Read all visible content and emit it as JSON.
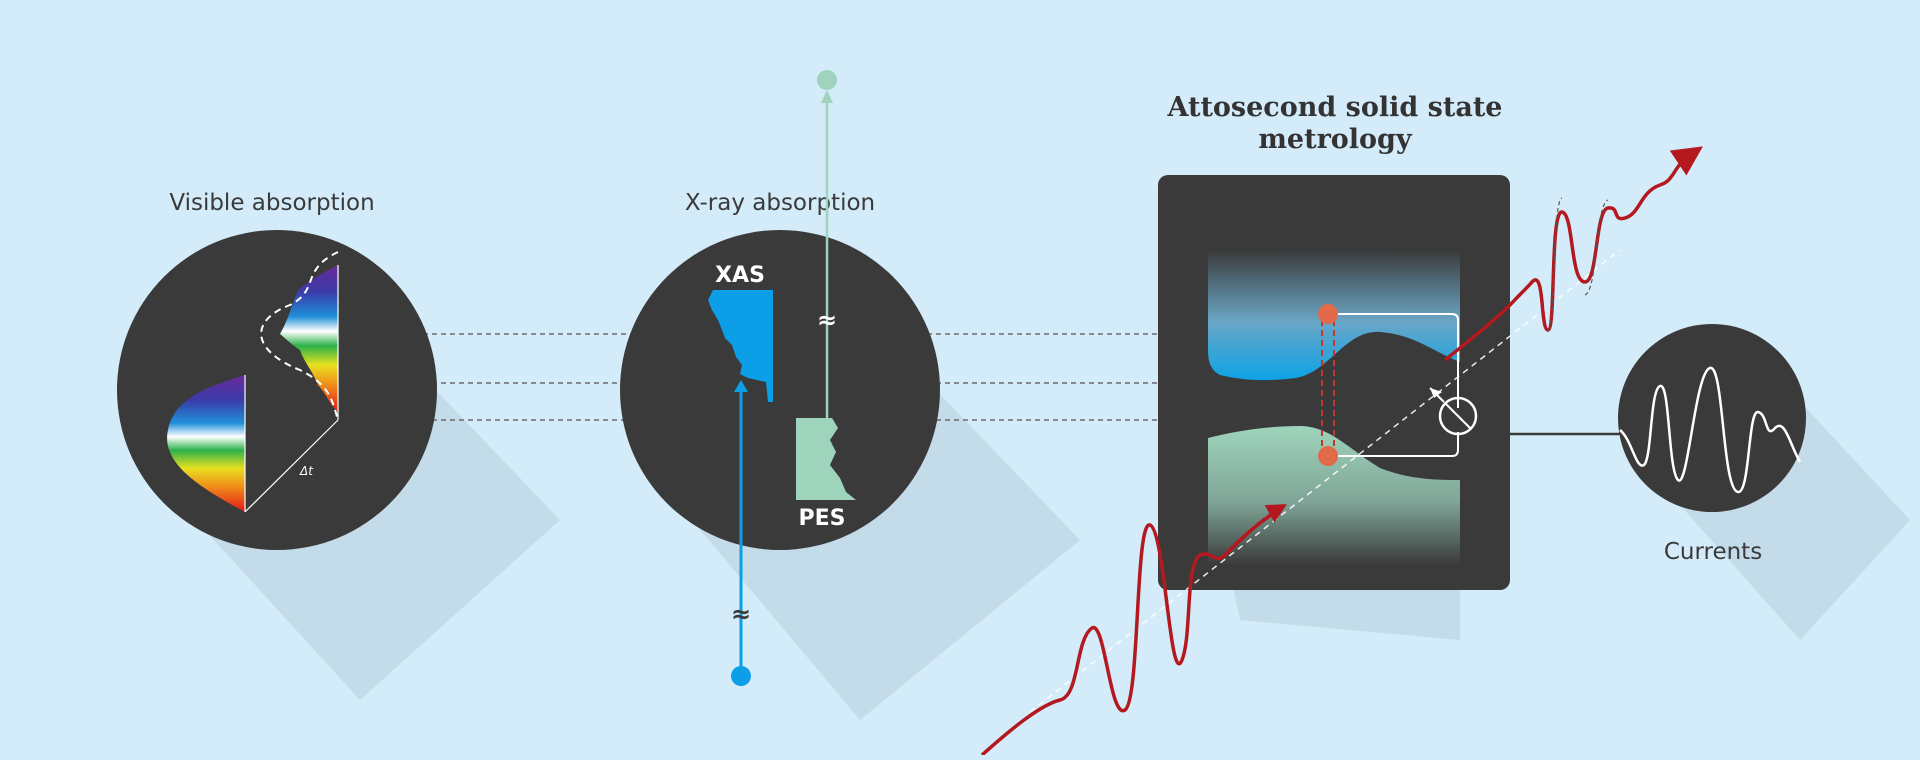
{
  "labels": {
    "visible_absorption": "Visible absorption",
    "xray_absorption": "X-ray absorption",
    "xas": "XAS",
    "pes": "PES",
    "title_line1": "Attosecond solid state",
    "title_line2": "metrology",
    "currents": "Currents",
    "delta_t": "Δt",
    "break_mark": "≈"
  },
  "colors": {
    "background": "#d4ecf9",
    "panel": "#3a3a3a",
    "xas_blue": "#0c9ee6",
    "pes_green": "#9fd4bc",
    "laser_red": "#b3191f",
    "marker_orange": "#e06a4a",
    "shadow": "#c2d8e6"
  },
  "icons": {
    "detector": "ammeter-icon",
    "break": "axis-break-icon"
  }
}
